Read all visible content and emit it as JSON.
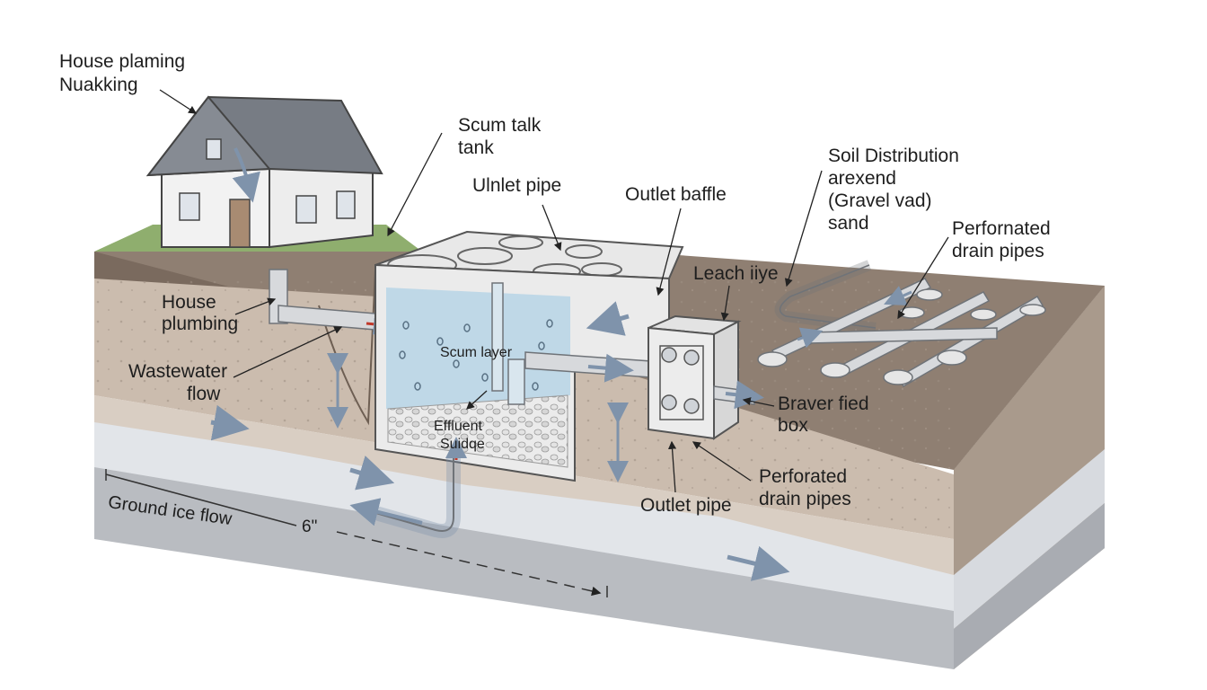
{
  "labels": {
    "house_planning_1": "House plaming",
    "house_planning_2": "Nuakking",
    "scum_tank_1": "Scum talk",
    "scum_tank_2": "tank",
    "inlet_pipe": "Ulnlet pipe",
    "outlet_baffle": "Outlet baffle",
    "soil_dist_1": "Soil Distribution",
    "soil_dist_2": "arexend",
    "soil_dist_3": "(Gravel vad)",
    "soil_dist_4": "sand",
    "perforated_top_1": "Perfornated",
    "perforated_top_2": "drain pipes",
    "leach_line": "Leach iiye",
    "house_plumbing_1": "House",
    "house_plumbing_2": "plumbing",
    "wastewater_1": "Wastewater",
    "wastewater_2": "flow",
    "scum_layer": "Scum layer",
    "effluent": "Effluent",
    "sludge": "Suidqe",
    "braver_1": "Braver fied",
    "braver_2": "box",
    "perforated_bottom_1": "Perforated",
    "perforated_bottom_2": "drain pipes",
    "outlet_pipe": "Outlet pipe",
    "ground_ice_flow": "Ground ice flow",
    "dimension": "6\""
  },
  "colors": {
    "grass": "#8fae6e",
    "topsoil": "#7d6e63",
    "soil": "#c9b9a9",
    "clay": "#d8cec4",
    "water_table": "#e1e4e8",
    "bedrock": "#b9bcc1",
    "concrete": "#e9e9e9",
    "water": "#b7d5e6",
    "pipe": "#d7d9dc",
    "flow_arrow": "#7f93ab",
    "red_arrow": "#c0392b"
  }
}
